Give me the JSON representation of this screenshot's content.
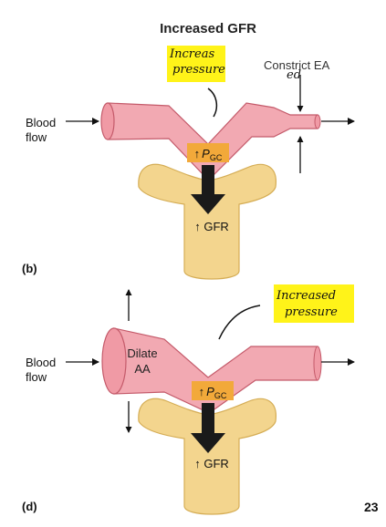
{
  "title": "Increased GFR",
  "panel_b": {
    "label": "(b)",
    "annotation_line1": "Increas",
    "annotation_line2": "pressure",
    "constrict_label": "Constrict EA",
    "constrict_handwritten": "ed",
    "blood_flow_line1": "Blood",
    "blood_flow_line2": "flow",
    "pgc_arrow": "↑",
    "pgc_p": "P",
    "pgc_sub": "GC",
    "gfr_label": "↑ GFR"
  },
  "panel_d": {
    "label": "(d)",
    "annotation_line1": "Increased",
    "annotation_line2": "pressure",
    "blood_flow_line1": "Blood",
    "blood_flow_line2": "flow",
    "dilate_line1": "Dilate",
    "dilate_line2": "AA",
    "pgc_arrow": "↑",
    "pgc_p": "P",
    "pgc_sub": "GC",
    "gfr_label": "↑ GFR"
  },
  "page_number": "23",
  "colors": {
    "vessel_fill": "#f2a9b2",
    "vessel_stroke": "#c45a6a",
    "tubule_fill": "#f3d58e",
    "tubule_stroke": "#d5ad55",
    "pgc_box": "#f2a93a",
    "highlight": "#fff200",
    "ink": "#111111"
  }
}
